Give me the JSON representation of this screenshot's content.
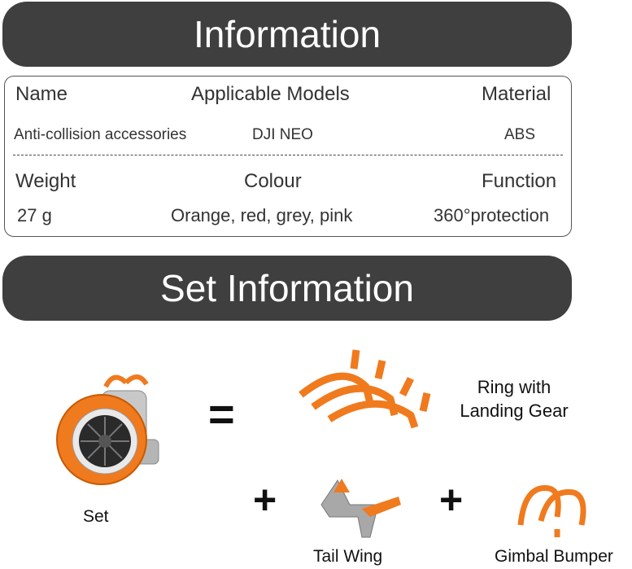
{
  "info": {
    "title": "Information",
    "row1_headers": [
      "Name",
      "Applicable Models",
      "Material"
    ],
    "row1_values": [
      "Anti-collision accessories",
      "DJI NEO",
      "ABS"
    ],
    "row2_headers": [
      "Weight",
      "Colour",
      "Function"
    ],
    "row2_values": [
      "27 g",
      "Orange, red, grey, pink",
      "360°protection"
    ]
  },
  "set": {
    "title": "Set Information",
    "equals": "=",
    "plus": "+",
    "items": {
      "set": "Set",
      "ring_line1": "Ring with",
      "ring_line2": "Landing Gear",
      "tail": "Tail Wing",
      "gimbal": "Gimbal Bumper"
    }
  },
  "colors": {
    "banner": "#3f3f3f",
    "accent": "#f07a1e",
    "grey": "#9a9a9a"
  }
}
